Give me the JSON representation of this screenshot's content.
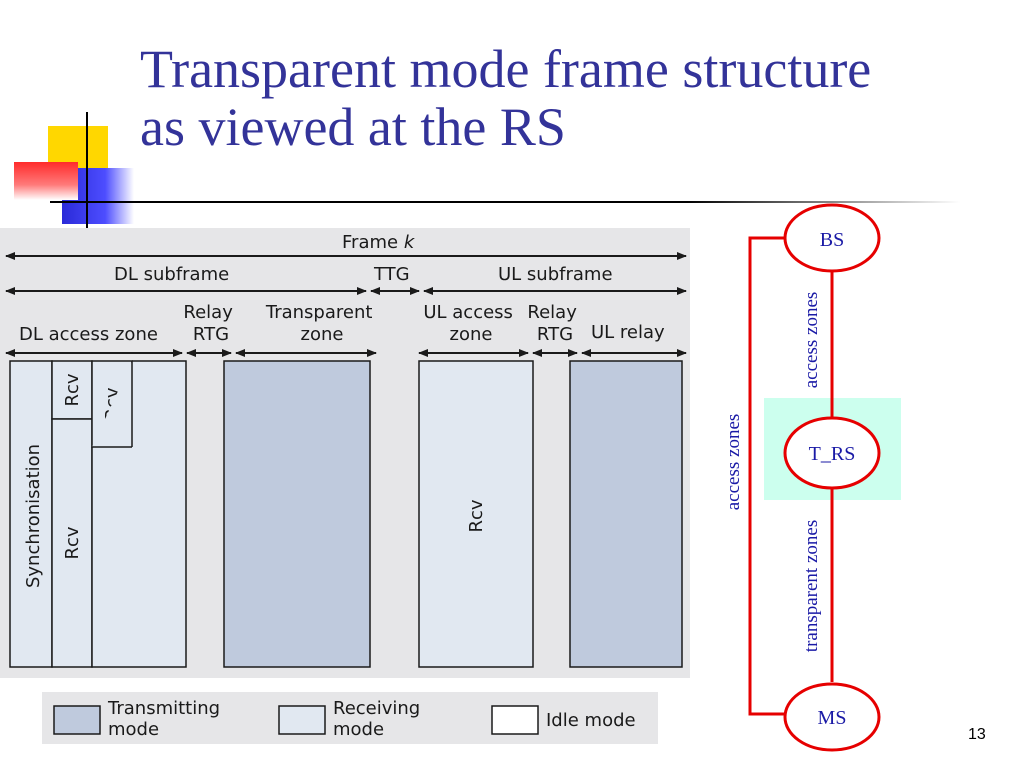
{
  "slide": {
    "title_line1": "Transparent mode frame structure",
    "title_line2": "as viewed at the RS",
    "page_number": "13"
  },
  "frame_diagram": {
    "frame_label": "Frame",
    "frame_label_k": "k",
    "dl_subframe": "DL subframe",
    "ttg": "TTG",
    "ul_subframe": "UL subframe",
    "relay_rtg_1": {
      "line1": "Relay",
      "line2": "RTG"
    },
    "transparent_zone": {
      "line1": "Transparent",
      "line2": "zone"
    },
    "ul_access_zone": {
      "line1": "UL access",
      "line2": "zone"
    },
    "relay_rtg_2": {
      "line1": "Relay",
      "line2": "RTG"
    },
    "dl_access_zone": "DL access zone",
    "ul_relay": "UL relay",
    "synchronisation": "Synchronisation",
    "rcv_labels": [
      "Rcv",
      "Rcv",
      "Rcv",
      "Rcv"
    ]
  },
  "legend": {
    "transmitting": {
      "line1": "Transmitting",
      "line2": "mode"
    },
    "receiving": {
      "line1": "Receiving",
      "line2": "mode"
    },
    "idle": "Idle mode"
  },
  "topology": {
    "bs": "BS",
    "t_rs": "T_RS",
    "ms": "MS",
    "access_zones_left": "access zones",
    "access_zones_top": "access zones",
    "transparent_zones": "transparent zones"
  },
  "colors": {
    "title": "#333399",
    "transmit_fill": "#bfcadd",
    "receive_fill": "#e1e8f1",
    "diagram_bg": "#e6e6e8",
    "node_stroke": "#e60000",
    "rs_highlight": "#ccffee",
    "topology_text": "#1a1aa6"
  }
}
